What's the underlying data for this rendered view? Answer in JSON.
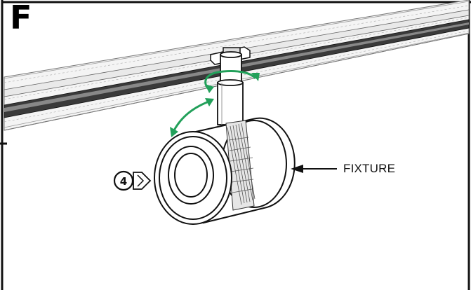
{
  "panel": {
    "letter": "F"
  },
  "step": {
    "number": "4"
  },
  "callout": {
    "label": "FIXTURE"
  },
  "colors": {
    "rotation_arrows": "#22a05a",
    "line": "#111111",
    "track_shade": "#d9d9d9"
  },
  "icons": [
    "rotate-horizontal-arrow-icon",
    "tilt-arrow-icon",
    "leader-arrow-icon",
    "step-marker-icon"
  ]
}
